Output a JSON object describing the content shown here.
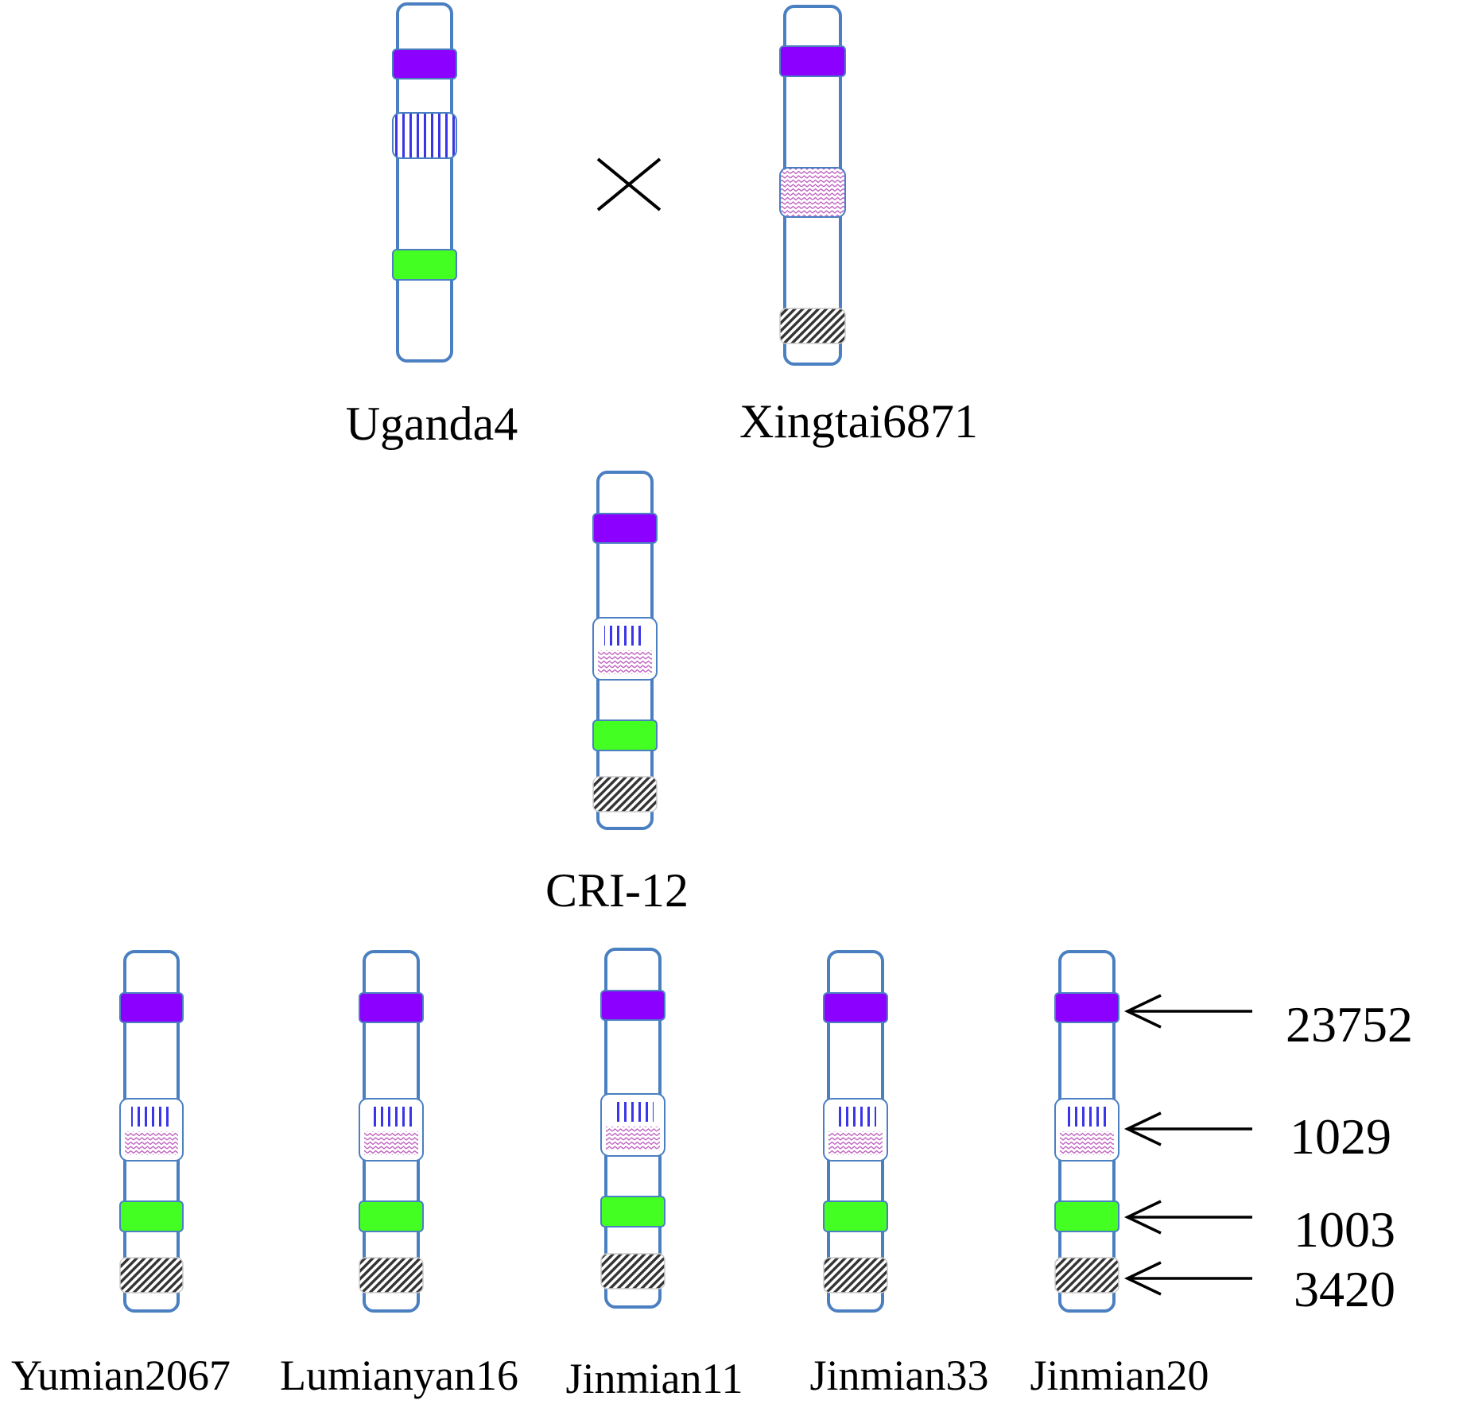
{
  "colors": {
    "chromosome_outline": "#4a7fc1",
    "marker_23752": "#8b00ff",
    "marker_1003": "#44ff22",
    "marker_1029_vertical_stripes": "#3a35e8",
    "marker_1029_wave": "#c060c0",
    "marker_3420_hatch": "#333333"
  },
  "cross_symbol": "×",
  "parents": [
    {
      "id": "uganda4",
      "label": "Uganda4",
      "markers": [
        "23752",
        "1029-vertical",
        "1003"
      ]
    },
    {
      "id": "xingtai6871",
      "label": "Xingtai6871",
      "markers": [
        "23752",
        "1029-wave",
        "3420"
      ]
    }
  ],
  "offspring": {
    "id": "cri-12",
    "label": "CRI-12",
    "markers": [
      "23752",
      "1029-combined",
      "1003",
      "3420"
    ]
  },
  "descendants": [
    {
      "id": "yumian2067",
      "label": "Yumian2067",
      "markers": [
        "23752",
        "1029-combined",
        "1003",
        "3420"
      ]
    },
    {
      "id": "lumianyan16",
      "label": "Lumianyan16",
      "markers": [
        "23752",
        "1029-combined",
        "1003",
        "3420"
      ]
    },
    {
      "id": "jinmian11",
      "label": "Jinmian11",
      "markers": [
        "23752",
        "1029-combined",
        "1003",
        "3420"
      ]
    },
    {
      "id": "jinmian33",
      "label": "Jinmian33",
      "markers": [
        "23752",
        "1029-combined",
        "1003",
        "3420"
      ]
    },
    {
      "id": "jinmian20",
      "label": "Jinmian20",
      "markers": [
        "23752",
        "1029-combined",
        "1003",
        "3420"
      ]
    }
  ],
  "marker_labels": [
    {
      "id": "23752",
      "label": "23752"
    },
    {
      "id": "1029",
      "label": "1029"
    },
    {
      "id": "1003",
      "label": "1003"
    },
    {
      "id": "3420",
      "label": "3420"
    }
  ]
}
